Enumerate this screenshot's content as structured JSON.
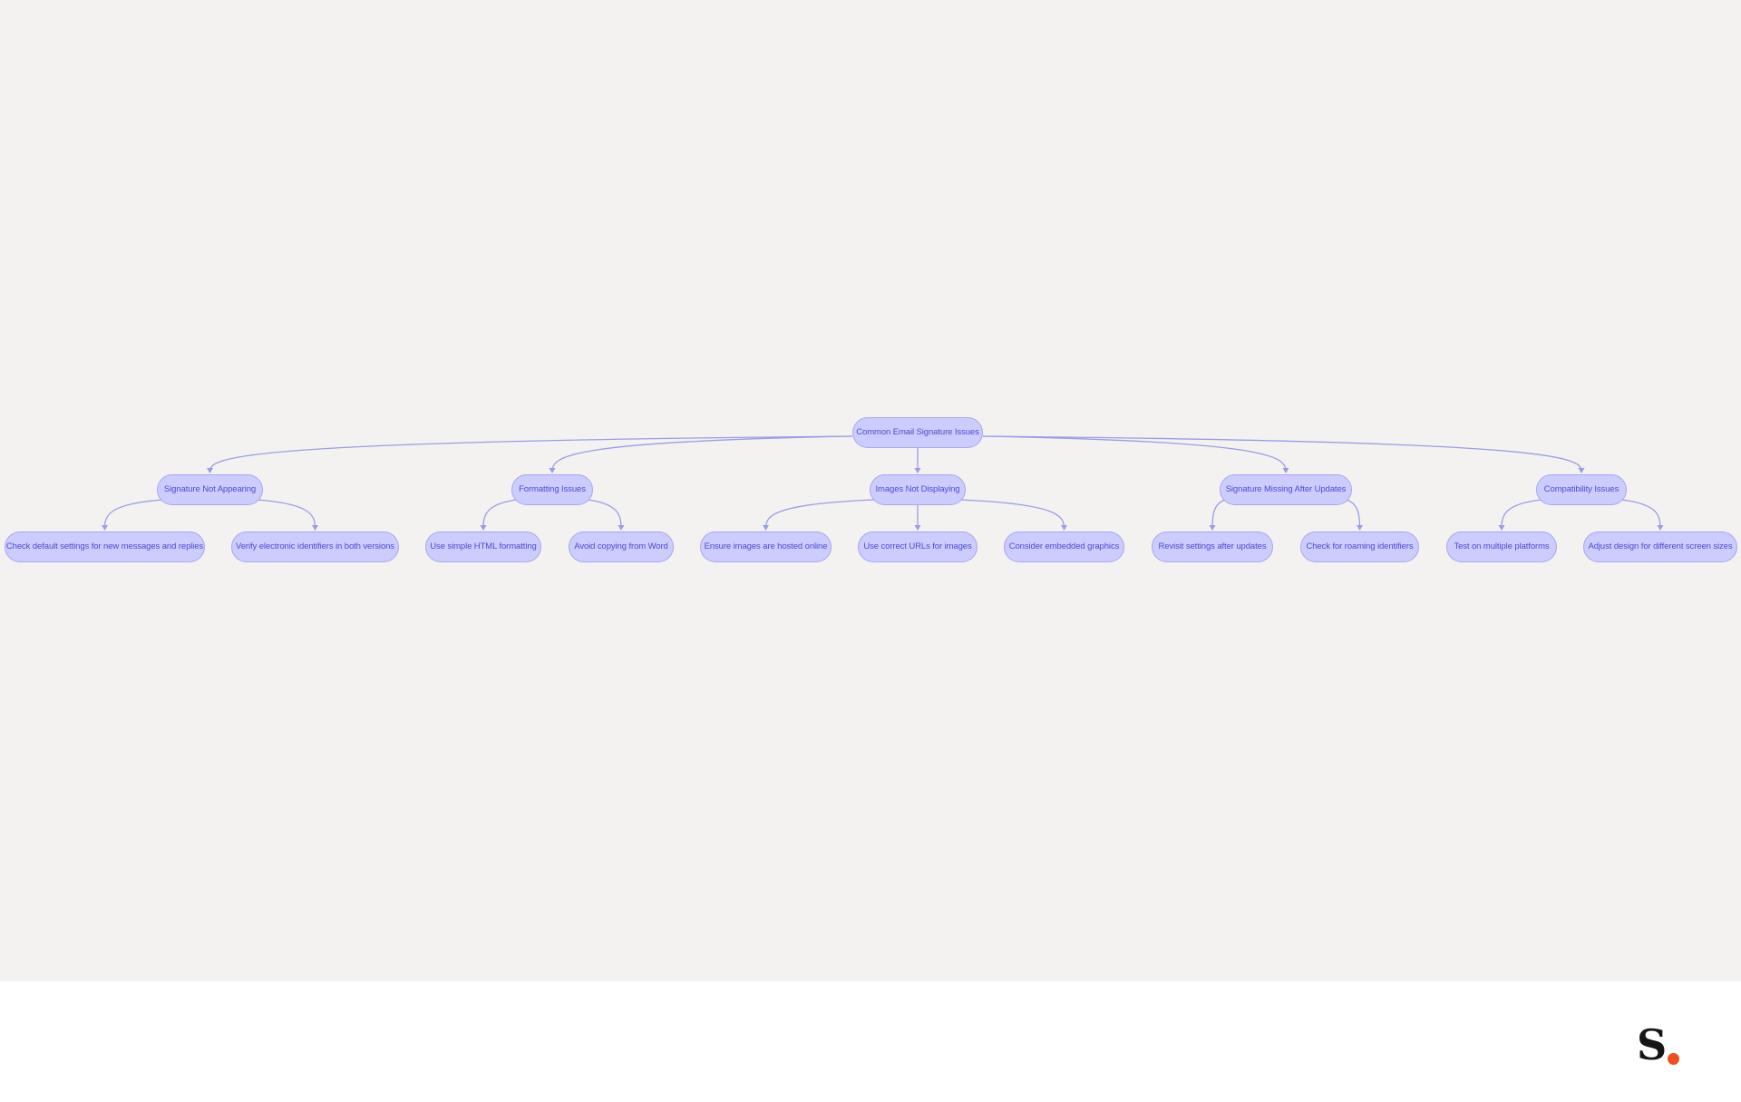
{
  "diagram": {
    "root": "Common Email Signature Issues",
    "categories": [
      {
        "label": "Signature Not Appearing",
        "children": [
          "Check default settings for new messages and replies",
          "Verify electronic identifiers in both versions"
        ]
      },
      {
        "label": "Formatting Issues",
        "children": [
          "Use simple HTML formatting",
          "Avoid copying from Word"
        ]
      },
      {
        "label": "Images Not Displaying",
        "children": [
          "Ensure images are hosted online",
          "Use correct URLs for images",
          "Consider embedded graphics"
        ]
      },
      {
        "label": "Signature Missing After Updates",
        "children": [
          "Revisit settings after updates",
          "Check for roaming identifiers"
        ]
      },
      {
        "label": "Compatibility Issues",
        "children": [
          "Test on multiple platforms",
          "Adjust design for different screen sizes"
        ]
      }
    ]
  },
  "colors": {
    "node_fill": "#ccccff",
    "node_border": "#a6a7f0",
    "node_text": "#4b4bd1",
    "edge": "#9b9ce6",
    "canvas": "#f3f2f1",
    "logo_dot": "#f0501e"
  },
  "logo": {
    "letter": "S",
    "icon": "brand-logo-icon"
  }
}
